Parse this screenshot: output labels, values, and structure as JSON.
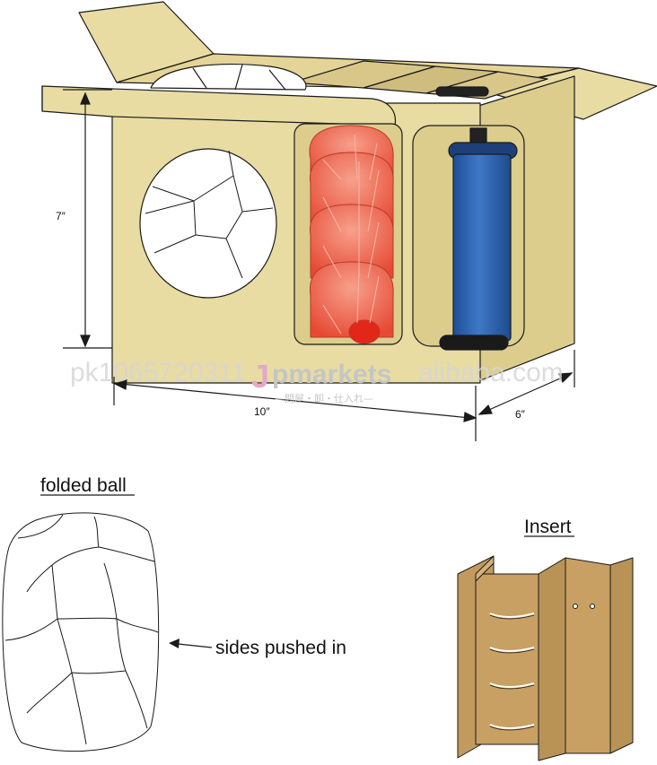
{
  "dimensions": {
    "height": "7″",
    "width": "10″",
    "depth": "6″"
  },
  "labels": {
    "folded_ball": "folded ball",
    "sides_pushed_in": "sides pushed in",
    "insert": "Insert"
  },
  "watermark": {
    "id_text": "pk1065720311",
    "brand_j": "J",
    "brand_rest": "pmarkets",
    "subtitle": "—問屋・卸・仕入れ—",
    "site": "alibaba.com"
  },
  "colors": {
    "cardboard": "#e8dca3",
    "cardboard_dark": "#c9a96a",
    "insert_brown": "#c8a064",
    "cone_red": "#ee6a55",
    "pump_blue": "#2e62b0",
    "line": "#1a1a1a"
  },
  "icons": [
    "soccer-ball-icon",
    "cone-stack-icon",
    "hand-pump-icon",
    "arrow-icon"
  ]
}
